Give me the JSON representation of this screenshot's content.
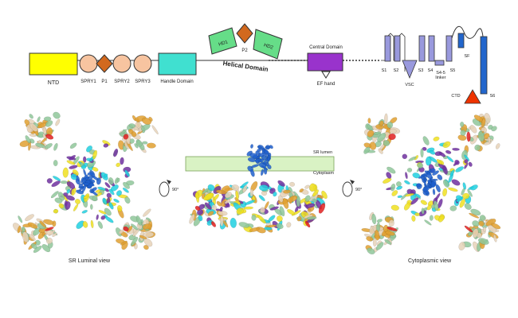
{
  "domain_map": {
    "ntd": "NTD",
    "spry1": "SPRY1",
    "p1": "P1",
    "spry2": "SPRY2",
    "spry3": "SPRY3",
    "handle": "Handle Domain",
    "hd1": "HD1",
    "p2": "P2",
    "hd2": "HD2",
    "helical": "Helical Domain",
    "central": "Central Domain",
    "ef_hand": "EF hand",
    "s1": "S1",
    "s2": "S2",
    "vsc": "VSC",
    "s3": "S3",
    "s4": "S4",
    "s45_line1": "S4-5",
    "s45_line2": "linker",
    "s5": "S5",
    "sf": "SF",
    "ctd": "CTD",
    "s6": "S6"
  },
  "views": {
    "rot_left": "90°",
    "rot_right": "90°",
    "sr_lumen": "SR lumen",
    "cytoplasm": "Cytoplasm",
    "luminal_caption": "SR Luminal view",
    "cytoplasmic_caption": "Cytoplasmic view"
  },
  "colors": {
    "ntd": "#ffff00",
    "spry": "#f7c4a0",
    "p_diamond": "#d2691e",
    "handle": "#40e0d0",
    "helical": "#66dd88",
    "central": "#9933cc",
    "tm": "#9999dd",
    "s6": "#2266cc",
    "ctd": "#ee3300",
    "membrane": "#d9f2c4"
  }
}
